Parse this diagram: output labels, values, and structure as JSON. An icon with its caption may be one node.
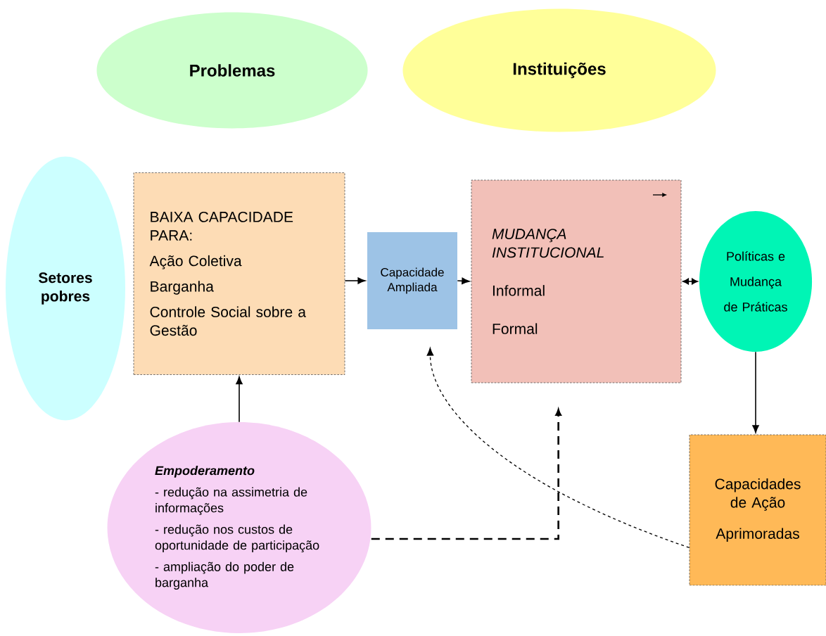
{
  "diagram": {
    "nodes": [
      {
        "text": [
          "Problemas"
        ]
      },
      {
        "text": [
          "Instituições"
        ]
      },
      {
        "text": [
          "Setores pobres"
        ]
      },
      {
        "text": [
          "BAIXA CAPACIDADE PARA:",
          "Ação Coletiva",
          "Barganha",
          "Controle Social sobre a Gestão"
        ]
      },
      {
        "text": [
          "Capacidade Ampliada"
        ]
      },
      {
        "text": [
          "MUDANÇA INSTITUCIONAL",
          "Informal",
          "Formal"
        ]
      },
      {
        "text": [
          "Políticas e Mudança de Práticas"
        ]
      },
      {
        "text": [
          "Empoderamento",
          "- redução na assimetria de informações",
          "- redução nos custos de oportunidade de participação",
          "- ampliação do poder de barganha"
        ]
      },
      {
        "text": [
          "Capacidades de Ação",
          "Aprimoradas"
        ]
      }
    ],
    "edges": [
      {
        "from": 3,
        "to": 4,
        "arrow": "to"
      },
      {
        "from": 4,
        "to": 5,
        "arrow": "to"
      },
      {
        "from": 5,
        "to": 6,
        "arrow": "both"
      },
      {
        "from": 6,
        "to": 8,
        "arrow": "to"
      },
      {
        "from": 7,
        "to": 3,
        "arrow": "to"
      },
      {
        "from": 7,
        "to": 5,
        "arrow": "to",
        "style": "dashed"
      },
      {
        "from": 8,
        "to": 4,
        "arrow": "to",
        "style": "dashed"
      }
    ]
  }
}
